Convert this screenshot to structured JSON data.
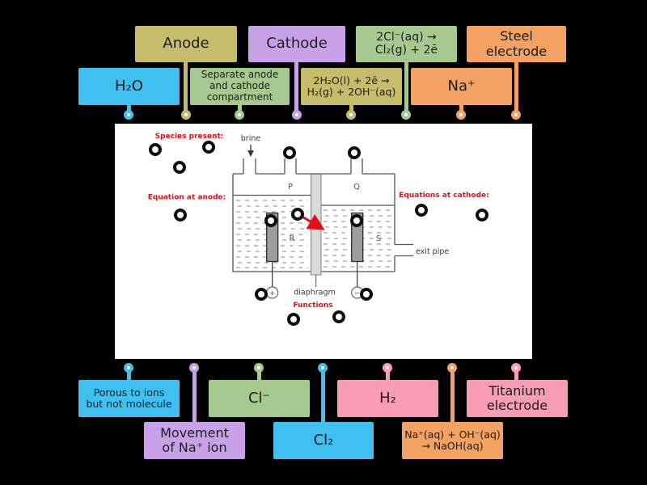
{
  "colors": {
    "blue": "#3fc0f0",
    "khaki": "#c6bc6c",
    "purple": "#c9a1e9",
    "green": "#a5c98f",
    "orange": "#f3a263",
    "pink": "#f99db6",
    "chip_text": "#1d1d1d",
    "annotation_red": "#e3101b",
    "background": "#000000",
    "diagram_background": "#ffffff"
  },
  "chips": {
    "top": [
      {
        "label": "Anode",
        "color": "khaki"
      },
      {
        "label": "Cathode",
        "color": "purple"
      },
      {
        "label": "2Cl⁻(aq) →\nCl₂(g) + 2ē",
        "color": "green"
      },
      {
        "label": "Steel\nelectrode",
        "color": "orange"
      },
      {
        "label": "H₂O",
        "color": "blue"
      },
      {
        "label": "Separate anode\nand cathode\ncompartment",
        "color": "green"
      },
      {
        "label": "2H₂O(l) + 2ē →\nH₂(g) + 2OH⁻(aq)",
        "color": "khaki"
      },
      {
        "label": "Na⁺",
        "color": "orange"
      }
    ],
    "bottom": [
      {
        "label": "Porous to ions\nbut not molecule",
        "color": "blue"
      },
      {
        "label": "Cl⁻",
        "color": "green"
      },
      {
        "label": "H₂",
        "color": "pink"
      },
      {
        "label": "Titanium\nelectrode",
        "color": "pink"
      },
      {
        "label": "Movement\nof Na⁺ ion",
        "color": "purple"
      },
      {
        "label": "Cl₂",
        "color": "blue"
      },
      {
        "label": "Na⁺(aq) + OH⁻(aq)\n→ NaOH(aq)",
        "color": "orange"
      }
    ]
  },
  "diagram": {
    "annotations": {
      "species": "Species present:",
      "anode_eq": "Equation at anode:",
      "cathode_eq": "Equations at cathode:",
      "functions": "Functions"
    },
    "labels": {
      "brine": "brine",
      "p": "P",
      "q": "Q",
      "r": "R",
      "s": "S",
      "exit_pipe": "exit pipe",
      "diaphragm": "diaphragm",
      "plus": "+",
      "minus": "−"
    }
  }
}
